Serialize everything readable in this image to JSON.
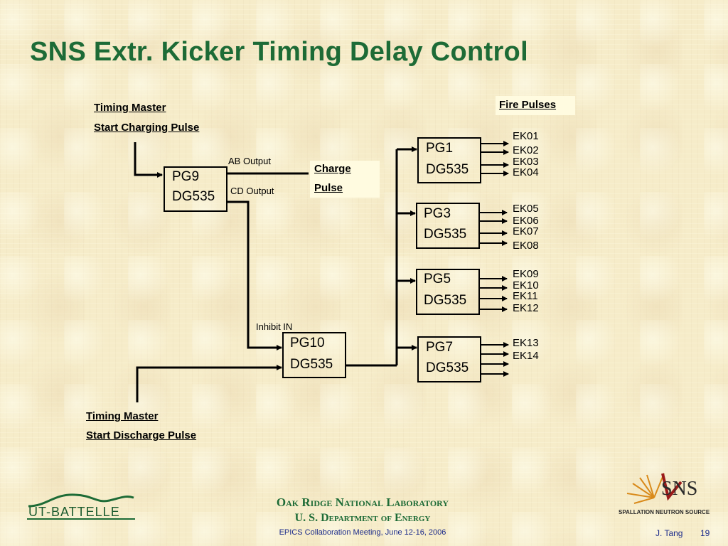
{
  "title": "SNS Extr. Kicker Timing Delay Control",
  "top_master": {
    "line1": "Timing Master",
    "line2": "Start Charging Pulse"
  },
  "bottom_master": {
    "line1": "Timing Master",
    "line2": "Start Discharge Pulse"
  },
  "ab_output": "AB Output",
  "cd_output": "CD Output",
  "inhibit_in": "Inhibit IN",
  "charge_pulse": {
    "line1": "Charge",
    "line2": "Pulse"
  },
  "fire_pulses": "Fire Pulses",
  "boxes": {
    "pg9": {
      "name": "PG9",
      "model": "DG535"
    },
    "pg10": {
      "name": "PG10",
      "model": "DG535"
    },
    "pg1": {
      "name": "PG1",
      "model": "DG535"
    },
    "pg3": {
      "name": "PG3",
      "model": "DG535"
    },
    "pg5": {
      "name": "PG5",
      "model": "DG535"
    },
    "pg7": {
      "name": "PG7",
      "model": "DG535"
    }
  },
  "outputs": {
    "g1": [
      "EK01",
      "EK02",
      "EK03",
      "EK04"
    ],
    "g2": [
      "EK05",
      "EK06",
      "EK07",
      "EK08"
    ],
    "g3": [
      "EK09",
      "EK10",
      "EK11",
      "EK12"
    ],
    "g4": [
      "EK13",
      "EK14"
    ]
  },
  "footer": {
    "logo_left": "UT-BATTELLE",
    "lab_line1": "Oak Ridge National Laboratory",
    "lab_line2": "U. S. Department of Energy",
    "meeting": "EPICS Collaboration Meeting, June 12-16, 2006",
    "logo_right": "SNS",
    "logo_right_sub": "SPALLATION NEUTRON SOURCE",
    "author": "J. Tang",
    "page": "19"
  }
}
